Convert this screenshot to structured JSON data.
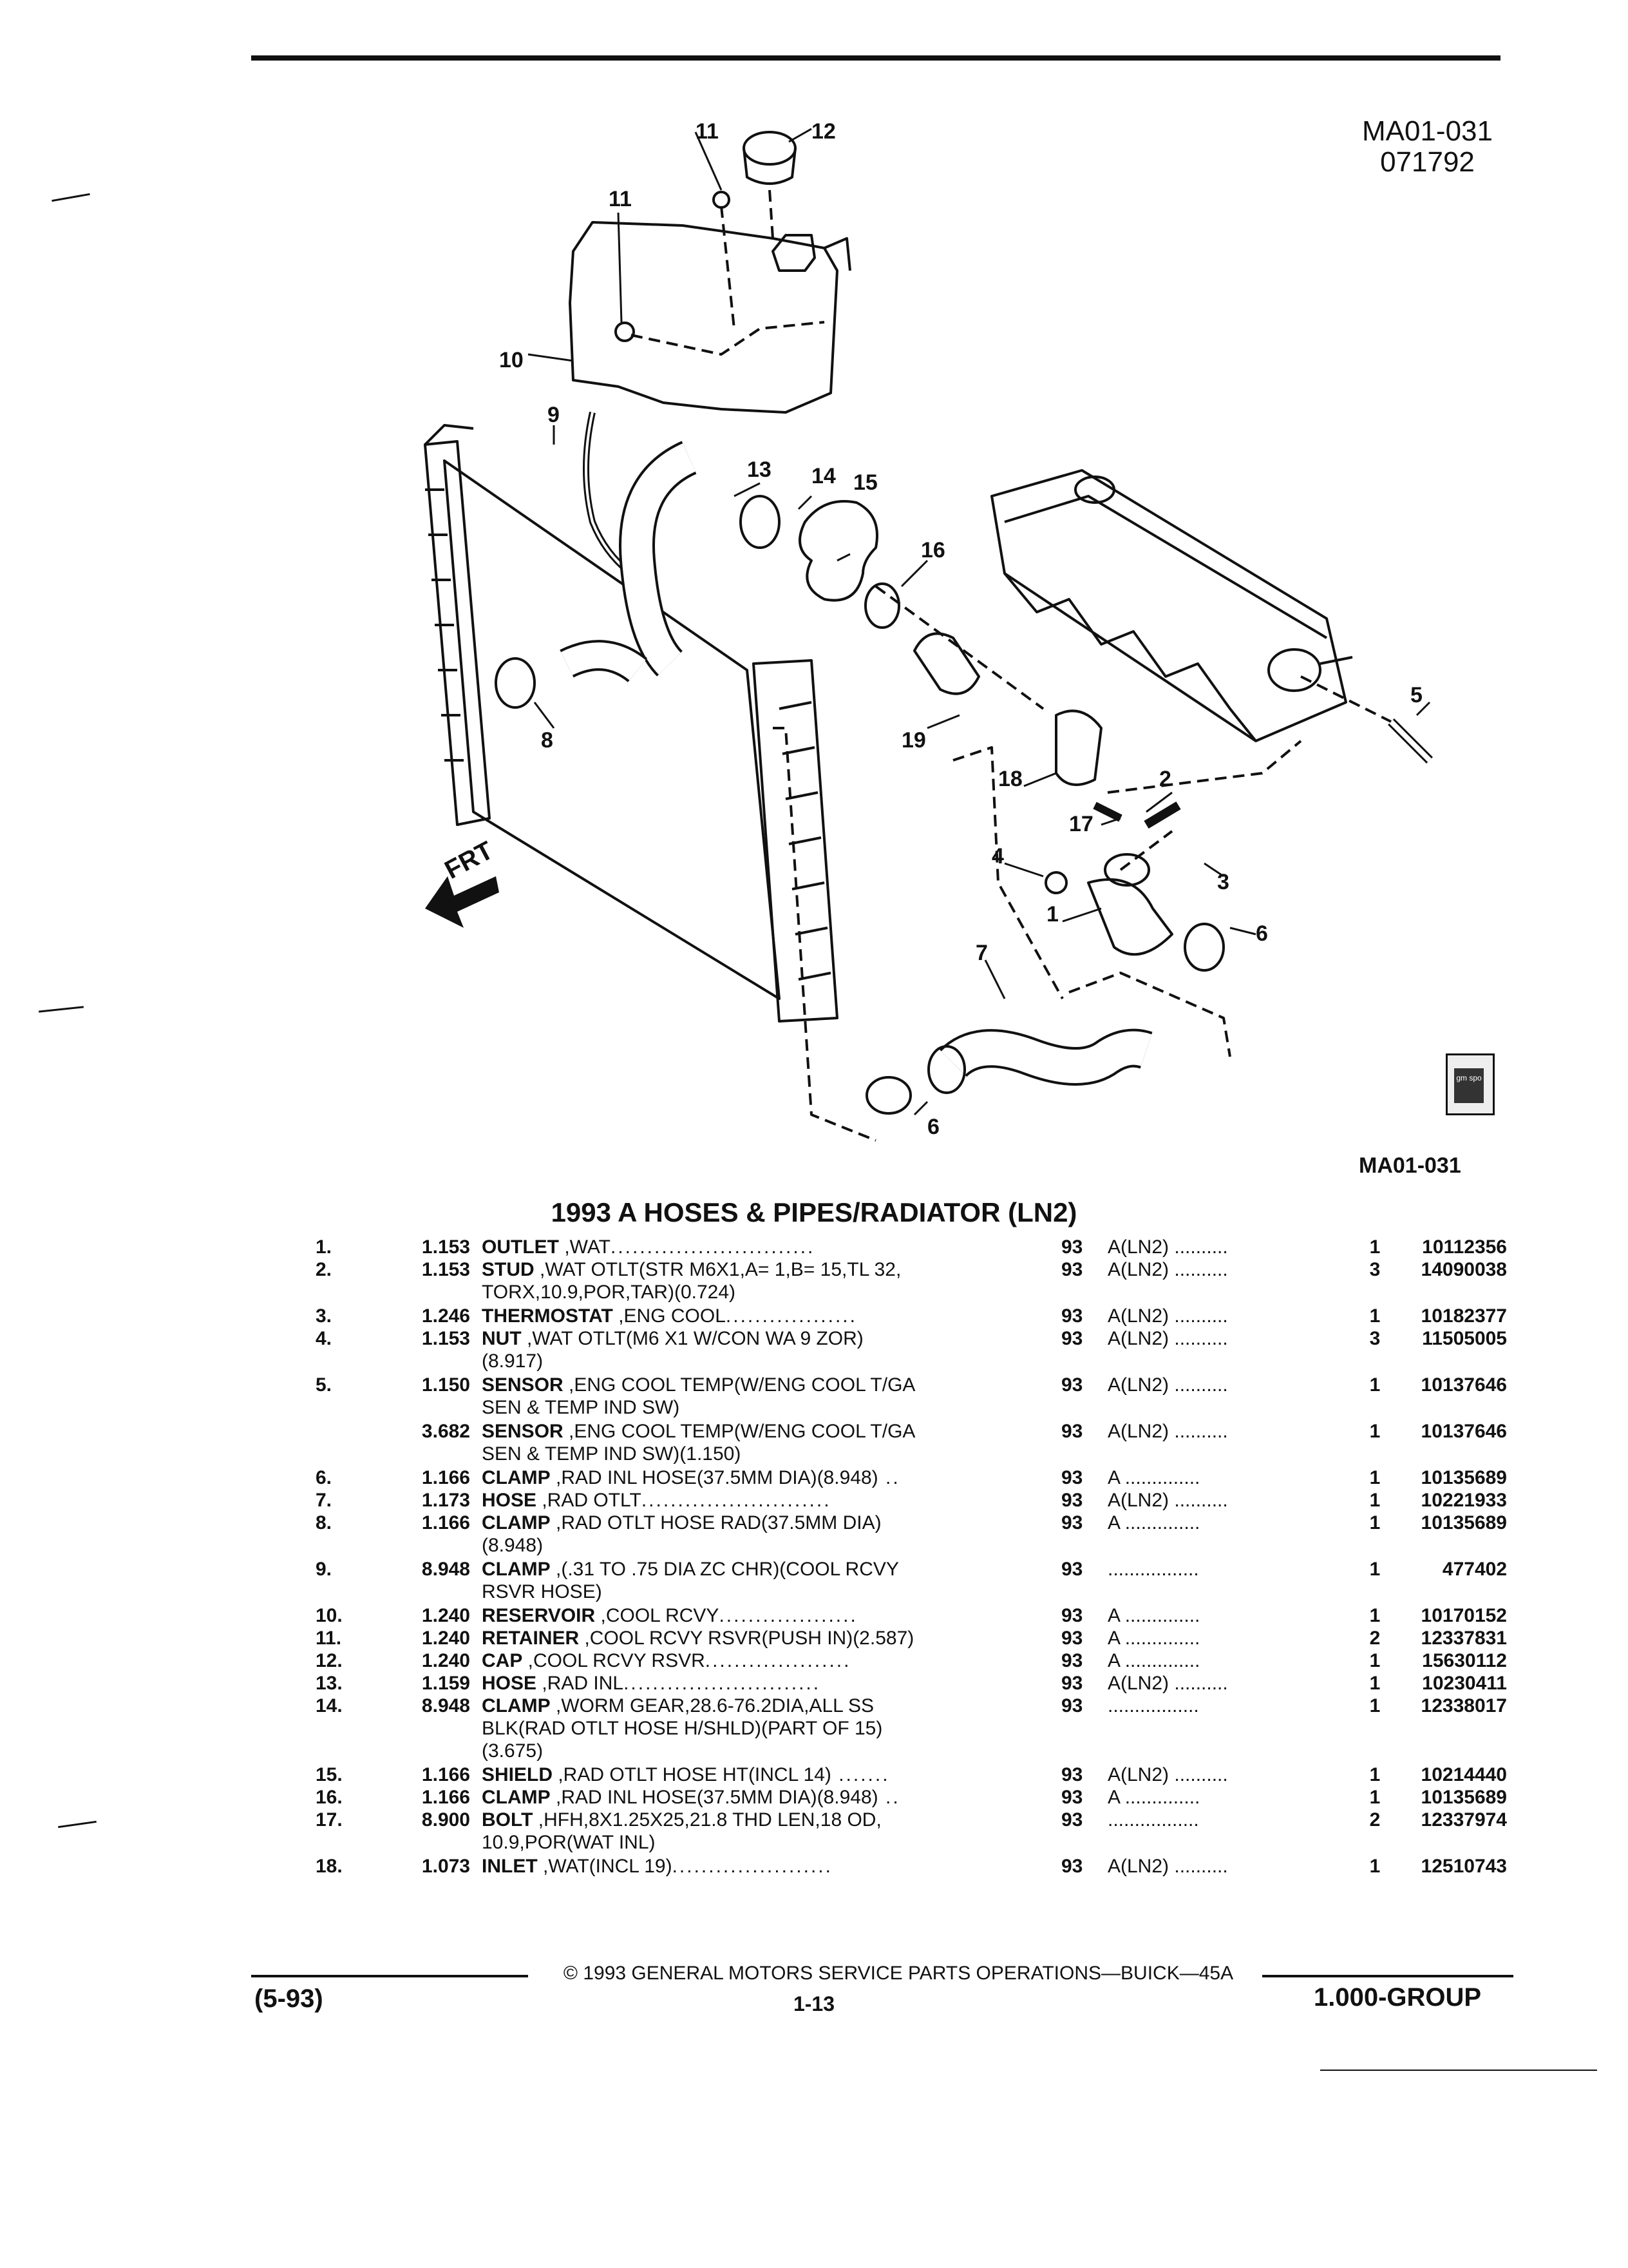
{
  "header": {
    "drawing_code": "MA01-031",
    "date_code": "071792"
  },
  "diagram": {
    "figure_code": "MA01-031",
    "front_label": "FRT",
    "logo_text": "gm spo",
    "callouts": [
      "11",
      "12",
      "11",
      "10",
      "9",
      "13",
      "14",
      "15",
      "16",
      "5",
      "19",
      "2",
      "18",
      "17",
      "4",
      "3",
      "1",
      "6",
      "8",
      "7",
      "6"
    ]
  },
  "title": "1993 A HOSES & PIPES/RADIATOR (LN2)",
  "parts": [
    {
      "num": "1.",
      "group": "1.153",
      "name": "OUTLET",
      "desc": " ,WAT",
      "line2": "",
      "dots": "............................",
      "year": "93",
      "model": "A(LN2)  ..........",
      "qty": "1",
      "pn": "10112356"
    },
    {
      "num": "2.",
      "group": "1.153",
      "name": "STUD",
      "desc": " ,WAT OTLT(STR M6X1,A= 1,B= 15,TL 32,",
      "line2": "TORX,10.9,POR,TAR)(0.724)",
      "dots": "",
      "year": "93",
      "model": "A(LN2)  ..........",
      "qty": "3",
      "pn": "14090038"
    },
    {
      "num": "3.",
      "group": "1.246",
      "name": "THERMOSTAT",
      "desc": " ,ENG COOL",
      "line2": "",
      "dots": "..................",
      "year": "93",
      "model": "A(LN2)  ..........",
      "qty": "1",
      "pn": "10182377"
    },
    {
      "num": "4.",
      "group": "1.153",
      "name": "NUT",
      "desc": " ,WAT OTLT(M6 X1 W/CON WA 9 ZOR)",
      "line2": "(8.917)",
      "dots": "",
      "year": "93",
      "model": "A(LN2)  ..........",
      "qty": "3",
      "pn": "11505005"
    },
    {
      "num": "5.",
      "group": "1.150",
      "name": "SENSOR",
      "desc": " ,ENG COOL TEMP(W/ENG COOL T/GA",
      "line2": "SEN & TEMP IND SW)",
      "dots": "",
      "year": "93",
      "model": "A(LN2)  ..........",
      "qty": "1",
      "pn": "10137646"
    },
    {
      "num": "",
      "group": "3.682",
      "name": "SENSOR",
      "desc": " ,ENG COOL TEMP(W/ENG COOL T/GA",
      "line2": "SEN & TEMP IND SW)(1.150)",
      "dots": "",
      "year": "93",
      "model": "A(LN2)  ..........",
      "qty": "1",
      "pn": "10137646"
    },
    {
      "num": "6.",
      "group": "1.166",
      "name": "CLAMP",
      "desc": " ,RAD INL HOSE(37.5MM DIA)(8.948)",
      "line2": "",
      "dots": " ..",
      "year": "93",
      "model": "A  ..............",
      "qty": "1",
      "pn": "10135689"
    },
    {
      "num": "7.",
      "group": "1.173",
      "name": "HOSE",
      "desc": " ,RAD OTLT",
      "line2": "",
      "dots": "..........................",
      "year": "93",
      "model": "A(LN2)  ..........",
      "qty": "1",
      "pn": "10221933"
    },
    {
      "num": "8.",
      "group": "1.166",
      "name": "CLAMP",
      "desc": " ,RAD OTLT HOSE RAD(37.5MM DIA)",
      "line2": "(8.948)",
      "dots": "",
      "year": "93",
      "model": "A  ..............",
      "qty": "1",
      "pn": "10135689"
    },
    {
      "num": "9.",
      "group": "8.948",
      "name": "CLAMP",
      "desc": " ,(.31 TO .75 DIA ZC CHR)(COOL RCVY",
      "line2": "RSVR HOSE)",
      "dots": "",
      "year": "93",
      "model": "    .................",
      "qty": "1",
      "pn": "477402"
    },
    {
      "num": "10.",
      "group": "1.240",
      "name": "RESERVOIR",
      "desc": " ,COOL RCVY",
      "line2": "",
      "dots": "...................",
      "year": "93",
      "model": "A  ..............",
      "qty": "1",
      "pn": "10170152"
    },
    {
      "num": "11.",
      "group": "1.240",
      "name": "RETAINER",
      "desc": " ,COOL RCVY RSVR(PUSH IN)(2.587)",
      "line2": "",
      "dots": "",
      "year": "93",
      "model": "A  ..............",
      "qty": "2",
      "pn": "12337831"
    },
    {
      "num": "12.",
      "group": "1.240",
      "name": "CAP",
      "desc": " ,COOL RCVY RSVR",
      "line2": "",
      "dots": "....................",
      "year": "93",
      "model": "A  ..............",
      "qty": "1",
      "pn": "15630112"
    },
    {
      "num": "13.",
      "group": "1.159",
      "name": "HOSE",
      "desc": " ,RAD INL",
      "line2": "",
      "dots": "...........................",
      "year": "93",
      "model": "A(LN2)  ..........",
      "qty": "1",
      "pn": "10230411"
    },
    {
      "num": "14.",
      "group": "8.948",
      "name": "CLAMP",
      "desc": " ,WORM GEAR,28.6-76.2DIA,ALL SS",
      "line2": "BLK(RAD OTLT HOSE H/SHLD)(PART OF 15)",
      "line3": "(3.675)",
      "dots": "",
      "year": "93",
      "model": "    .................",
      "qty": "1",
      "pn": "12338017"
    },
    {
      "num": "15.",
      "group": "1.166",
      "name": "SHIELD",
      "desc": " ,RAD OTLT HOSE HT(INCL 14)",
      "line2": "",
      "dots": " .......",
      "year": "93",
      "model": "A(LN2)  ..........",
      "qty": "1",
      "pn": "10214440"
    },
    {
      "num": "16.",
      "group": "1.166",
      "name": "CLAMP",
      "desc": " ,RAD INL HOSE(37.5MM DIA)(8.948)",
      "line2": "",
      "dots": " ..",
      "year": "93",
      "model": "A  ..............",
      "qty": "1",
      "pn": "10135689"
    },
    {
      "num": "17.",
      "group": "8.900",
      "name": "BOLT",
      "desc": " ,HFH,8X1.25X25,21.8 THD LEN,18 OD,",
      "line2": "10.9,POR(WAT INL)",
      "dots": "",
      "year": "93",
      "model": "    .................",
      "qty": "2",
      "pn": "12337974"
    },
    {
      "num": "18.",
      "group": "1.073",
      "name": "INLET",
      "desc": " ,WAT(INCL 19)",
      "line2": "",
      "dots": "......................",
      "year": "93",
      "model": "A(LN2)  ..........",
      "qty": "1",
      "pn": "12510743"
    }
  ],
  "footer": {
    "copyright": "© 1993 GENERAL MOTORS SERVICE PARTS OPERATIONS—BUICK—45A",
    "page": "1-13",
    "left_code": "(5-93)",
    "right_code": "1.000-GROUP"
  }
}
